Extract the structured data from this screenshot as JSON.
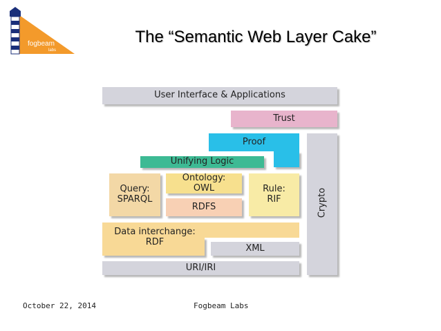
{
  "logo": {
    "text": "fogbeam",
    "subtext": "labs"
  },
  "title": "The “Semantic Web Layer Cake”",
  "layers": {
    "ui_apps": "User Interface & Applications",
    "trust": "Trust",
    "proof": "Proof",
    "unifying_logic": "Unifying Logic",
    "query": "Query:\nSPARQL",
    "ontology": "Ontology:\nOWL",
    "rule": "Rule:\nRIF",
    "rdfs": "RDFS",
    "data_interchange": "Data interchange:\nRDF",
    "xml": "XML",
    "uri": "URI/IRI",
    "crypto": "Crypto"
  },
  "colors": {
    "gray": "#d4d4dc",
    "pink": "#e8b4cc",
    "cyan": "#29bfe8",
    "green": "#3dba94",
    "tan": "#f3d8a6",
    "yellow": "#f7e08e",
    "peach": "#f8d0b4",
    "lightyellow": "#f8eba6",
    "rdf": "#f8d996",
    "orange": "#f39a2b"
  },
  "footer": {
    "date": "October 22, 2014",
    "company": "Fogbeam Labs"
  }
}
